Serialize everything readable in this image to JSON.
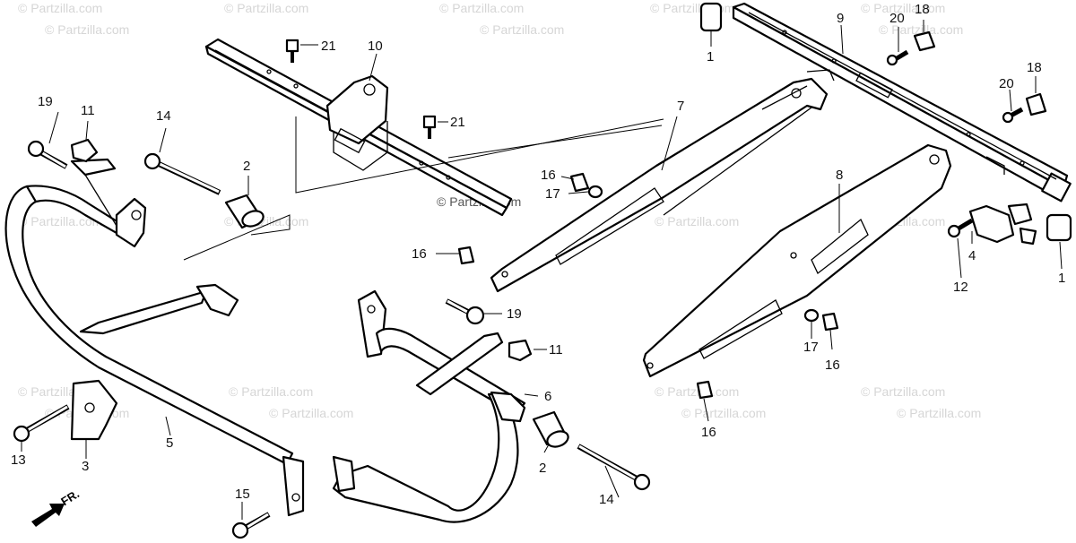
{
  "watermark": {
    "text": "© Partzilla.com",
    "center_text": "© Partzilla.com"
  },
  "direction_label": "FR.",
  "callouts": {
    "c1a": "1",
    "c1b": "1",
    "c2a": "2",
    "c2b": "2",
    "c3": "3",
    "c4": "4",
    "c5": "5",
    "c6": "6",
    "c7": "7",
    "c8": "8",
    "c9": "9",
    "c10": "10",
    "c11a": "11",
    "c11b": "11",
    "c12": "12",
    "c13": "13",
    "c14a": "14",
    "c14b": "14",
    "c15": "15",
    "c16a": "16",
    "c16b": "16",
    "c16c": "16",
    "c16d": "16",
    "c17a": "17",
    "c17b": "17",
    "c18a": "18",
    "c18b": "18",
    "c19a": "19",
    "c19b": "19",
    "c20a": "20",
    "c20b": "20",
    "c21a": "21",
    "c21b": "21"
  },
  "icons": [
    "bolt-icon",
    "nut-icon",
    "collar-icon",
    "rubber-cushion-icon",
    "front-arrow-icon"
  ]
}
